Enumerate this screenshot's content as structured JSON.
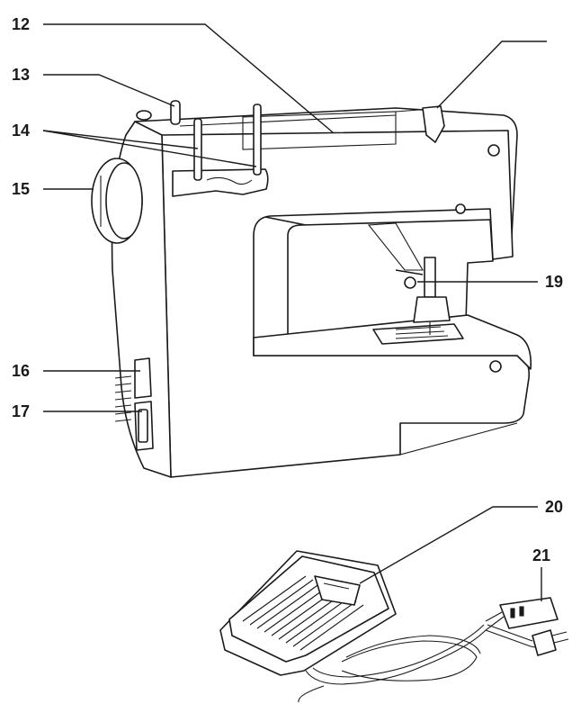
{
  "diagram": {
    "callouts": [
      {
        "id": "12",
        "text": "12"
      },
      {
        "id": "13",
        "text": "13"
      },
      {
        "id": "14",
        "text": "14"
      },
      {
        "id": "15",
        "text": "15"
      },
      {
        "id": "16",
        "text": "16"
      },
      {
        "id": "17",
        "text": "17"
      },
      {
        "id": "19",
        "text": "19"
      },
      {
        "id": "20",
        "text": "20"
      },
      {
        "id": "21",
        "text": "21"
      }
    ]
  },
  "colors": {
    "ink": "#1a1a1a",
    "background": "#ffffff"
  }
}
